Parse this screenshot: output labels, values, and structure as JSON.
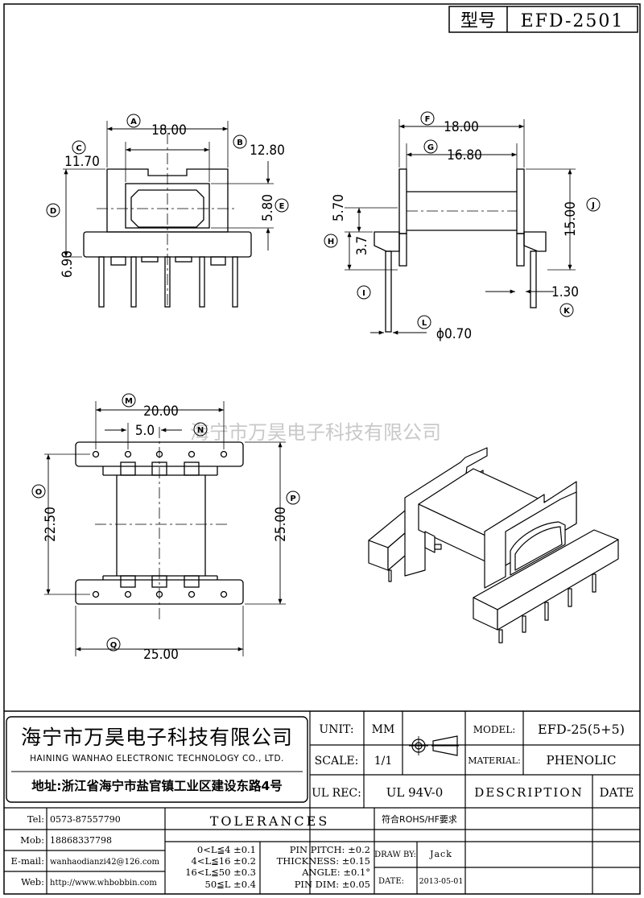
{
  "title_block": {
    "model_label": "型号",
    "model_value": "EFD-2501"
  },
  "watermark": "海宁市万昊电子科技有限公司",
  "front_view": {
    "dim_a": "18.00",
    "dim_b": "12.80",
    "dim_c": "11.70",
    "dim_d": "6.90",
    "dim_e": "5.80",
    "tags": [
      "A",
      "B",
      "C",
      "D",
      "E"
    ]
  },
  "side_view": {
    "dim_f": "18.00",
    "dim_g": "16.80",
    "dim_h": "3.7",
    "dim_top": "5.70",
    "dim_j": "15.00",
    "dim_k": "1.30",
    "dim_l": "ϕ0.70",
    "tags": [
      "F",
      "G",
      "H",
      "I",
      "J",
      "K",
      "L"
    ]
  },
  "bottom_view": {
    "dim_m": "20.00",
    "dim_n": "5.0",
    "dim_o": "22.50",
    "dim_p": "25.00",
    "dim_q": "25.00",
    "tags": [
      "M",
      "N",
      "O",
      "P",
      "Q"
    ]
  },
  "company": {
    "name_cn": "海宁市万昊电子科技有限公司",
    "name_en": "HAINING WANHAO ELECTRONIC TECHNOLOGY CO., LTD.",
    "address": "地址:浙江省海宁市盐官镇工业区建设东路4号"
  },
  "contact": [
    {
      "label": "Tel:",
      "value": "0573-87557790"
    },
    {
      "label": "Mob:",
      "value": "18868337798"
    },
    {
      "label": "E-mail:",
      "value": "wanhaodianzi42@126.com"
    },
    {
      "label": "Web:",
      "value": "http://www.whbobbin.com"
    }
  ],
  "specs": {
    "unit_label": "UNIT:",
    "unit_value": "MM",
    "scale_label": "SCALE:",
    "scale_value": "1/1",
    "ul_label": "UL REC:",
    "ul_value": "UL 94V-0",
    "model_label": "MODEL:",
    "model_value": "EFD-25(5+5)",
    "material_label": "MATERIAL:",
    "material_value": "PHENOLIC",
    "description_label": "DESCRIPTION",
    "date_label": "DATE",
    "rohs": "符合ROHS/HF要求",
    "drawn_label": "DRAW BY:",
    "drawn_value": "Jack",
    "date_field_label": "DATE:",
    "date_value": "2013-05-01"
  },
  "tolerances": {
    "title": "TOLERANCES",
    "left": [
      "0<L≦4 ±0.1",
      "4<L≦16 ±0.2",
      "16<L≦50 ±0.3",
      "50≦L ±0.4"
    ],
    "right": [
      "PIN PITCH: ±0.2",
      "THICKNESS: ±0.15",
      "ANGLE: ±0.1°",
      "PIN DIM: ±0.05"
    ]
  }
}
